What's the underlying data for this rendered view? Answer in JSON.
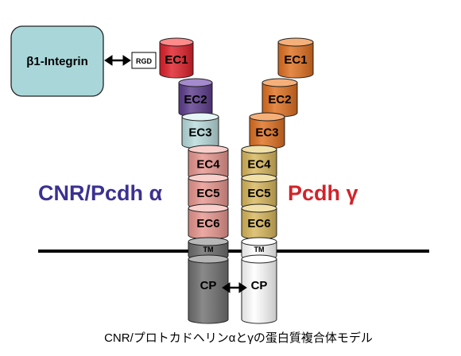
{
  "integrin": {
    "label": "β1-Integrin",
    "fill": "#a9d7d9"
  },
  "rgd": {
    "label": "RGD"
  },
  "alpha": {
    "title": "CNR/Pcdh α",
    "title_color": "#3b3191",
    "domains": [
      {
        "label": "EC1",
        "fill": "#e0202a",
        "top": "#ff8a8a"
      },
      {
        "label": "EC2",
        "fill": "#5c3c8c",
        "top": "#a58acd"
      },
      {
        "label": "EC3",
        "fill": "#b9dcdd",
        "top": "#e6f5f5"
      },
      {
        "label": "EC4",
        "fill": "#e8968f",
        "top": "#f9cfcb"
      },
      {
        "label": "EC5",
        "fill": "#e8968f",
        "top": "#f9cfcb"
      },
      {
        "label": "EC6",
        "fill": "#e8968f",
        "top": "#f9cfcb"
      },
      {
        "label": "TM",
        "fill": "#6d6d6d",
        "top": "#b8b8b8"
      },
      {
        "label": "CP",
        "fill": "#707070",
        "top": "#b4b4b4"
      }
    ]
  },
  "gamma": {
    "title": "Pcdh γ",
    "title_color": "#d2232a",
    "domains": [
      {
        "label": "EC1",
        "fill": "#e07020",
        "top": "#f5b07a"
      },
      {
        "label": "EC2",
        "fill": "#e07020",
        "top": "#f5b07a"
      },
      {
        "label": "EC3",
        "fill": "#e07020",
        "top": "#f5b07a"
      },
      {
        "label": "EC4",
        "fill": "#d8b75c",
        "top": "#f1e0a8"
      },
      {
        "label": "EC5",
        "fill": "#d8b75c",
        "top": "#f1e0a8"
      },
      {
        "label": "EC6",
        "fill": "#d8b75c",
        "top": "#f1e0a8"
      },
      {
        "label": "TM",
        "fill": "#ffffff",
        "top": "#ffffff"
      },
      {
        "label": "CP",
        "fill": "#ffffff",
        "top": "#ffffff"
      }
    ]
  },
  "caption": "CNR/プロトカドヘリンαとγの蛋白質複合体モデル"
}
